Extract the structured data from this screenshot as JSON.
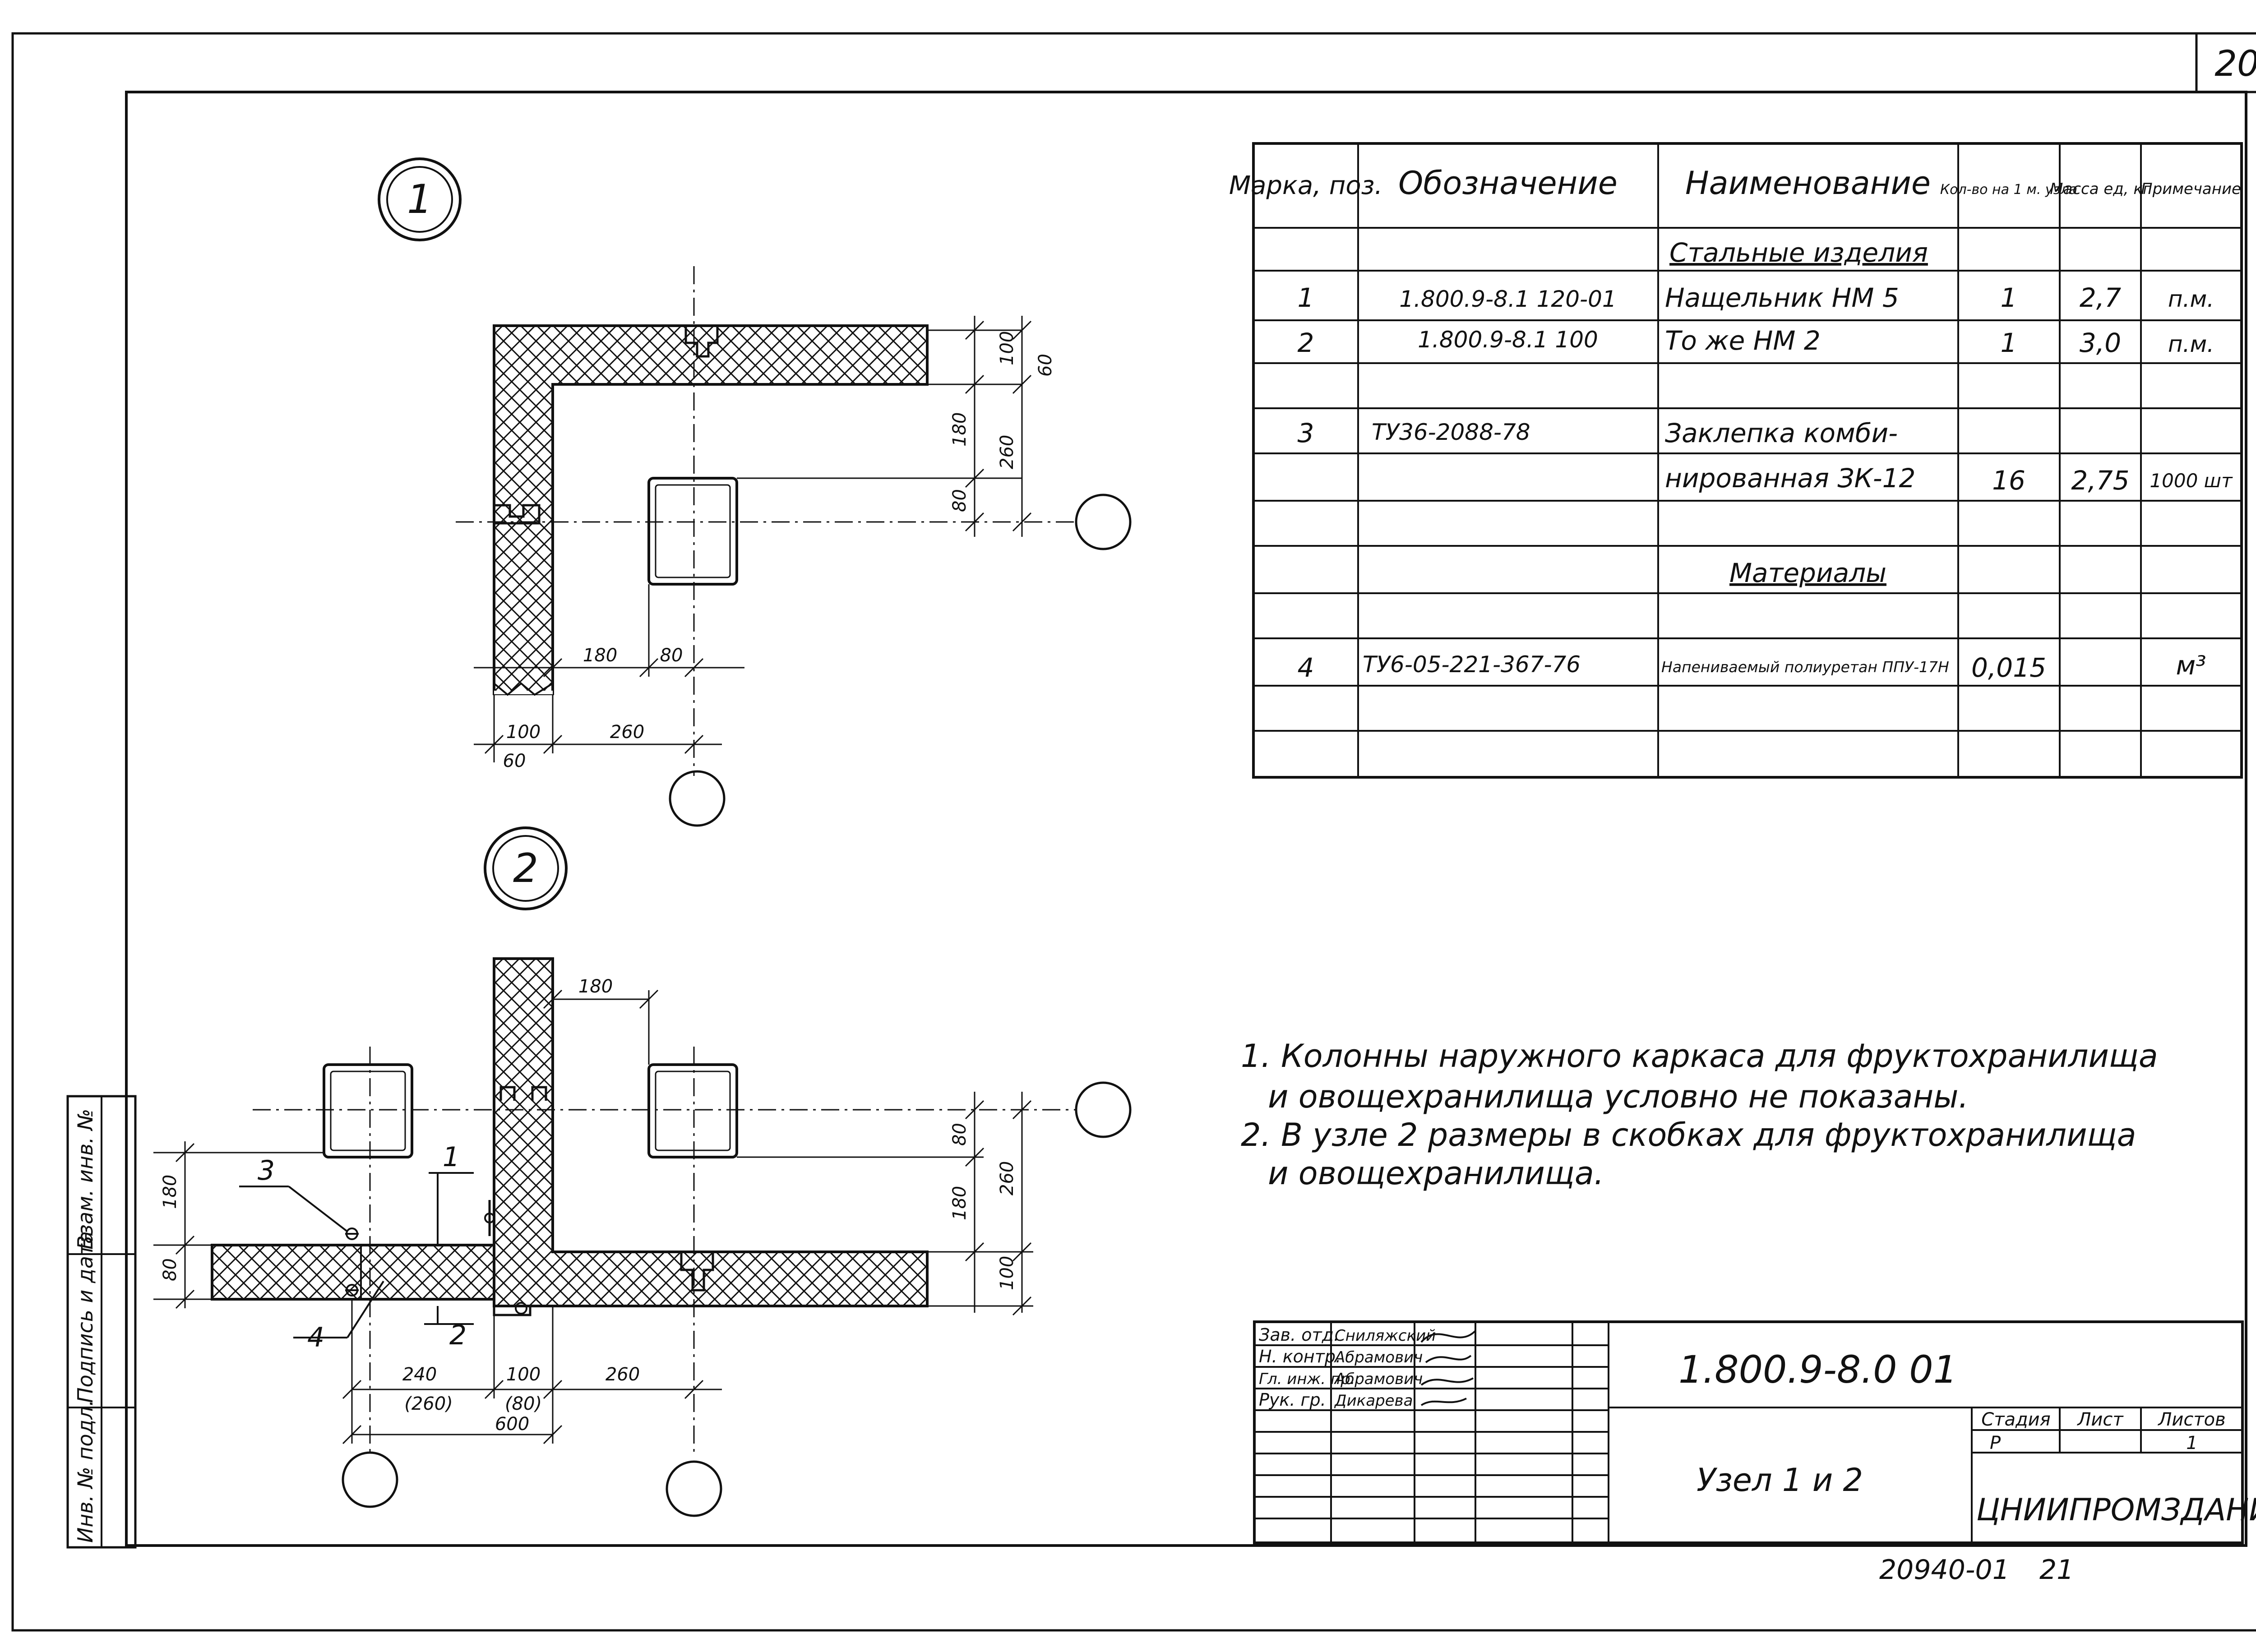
{
  "sheet": {
    "number": "20",
    "archive_number": "20940-01",
    "archive_page": "21"
  },
  "nodes": [
    {
      "label": "1"
    },
    {
      "label": "2"
    }
  ],
  "node1_dims": {
    "top_right_100": "100",
    "top_right_60": "60",
    "v_180": "180",
    "v_260": "260",
    "v_80": "80",
    "h_180": "180",
    "h_80": "80",
    "bottom_100": "100",
    "bottom_260": "260",
    "bottom_60": "60"
  },
  "node2_dims": {
    "top_180": "180",
    "right_80": "80",
    "right_180": "180",
    "right_260": "260",
    "right_100": "100",
    "left_180": "180",
    "left_80": "80",
    "bottom_240": "240",
    "bottom_100": "100",
    "bottom_260": "260",
    "bottom_260_br": "(260)",
    "bottom_80_br": "(80)",
    "bottom_600": "600",
    "callout_1": "1",
    "callout_2": "2",
    "callout_3": "3",
    "callout_4": "4"
  },
  "spec_table": {
    "headers": [
      "Марка, поз.",
      "Обозначение",
      "Наименование",
      "Кол-во на 1 м. узла",
      "Масса ед, кг",
      "Примечание"
    ],
    "section_steel": "Стальные изделия",
    "section_materials": "Материалы",
    "rows": [
      {
        "pos": "1",
        "code": "1.800.9-8.1 120-01",
        "name": "Нащельник НМ 5",
        "qty": "1",
        "mass": "2,7",
        "note": "п.м."
      },
      {
        "pos": "2",
        "code": "1.800.9-8.1 100",
        "name": "То же НМ 2",
        "qty": "1",
        "mass": "3,0",
        "note": "п.м."
      },
      {
        "pos": "3",
        "code": "ТУ36-2088-78",
        "name": "Заклепка комби-",
        "qty": "",
        "mass": "",
        "note": ""
      },
      {
        "pos": "",
        "code": "",
        "name": "нированная ЗК-12",
        "qty": "16",
        "mass": "2,75",
        "note": "1000 шт"
      },
      {
        "pos": "4",
        "code": "ТУ6-05-221-367-76",
        "name": "Напениваемый полиуретан ППУ-17Н",
        "qty": "0,015",
        "mass": "",
        "note": "м³"
      }
    ]
  },
  "notes": [
    "1. Колонны наружного каркаса для фруктохранилища",
    "и овощехранилища условно не показаны.",
    "2. В узле 2 размеры в скобках для фруктохранилища",
    "и овощехранилища."
  ],
  "title_block": {
    "roles": [
      "Зав. отд.",
      "Н. контр.",
      "Гл. инж. пр.",
      "Рук. гр."
    ],
    "names": [
      "Сниляжский",
      "Абрамович",
      "Абрамович",
      "Дикарева"
    ],
    "document_code": "1.800.9-8.0 01",
    "title": "Узел 1 и 2",
    "stage_label": "Стадия",
    "sheet_label": "Лист",
    "sheets_label": "Листов",
    "stage": "Р",
    "sheets": "1",
    "organization": "ЦНИИПРОМЗДАНИЙ"
  },
  "side_stamp": [
    "Взам. инв. №",
    "Подпись и дата",
    "Инв. № подл."
  ]
}
